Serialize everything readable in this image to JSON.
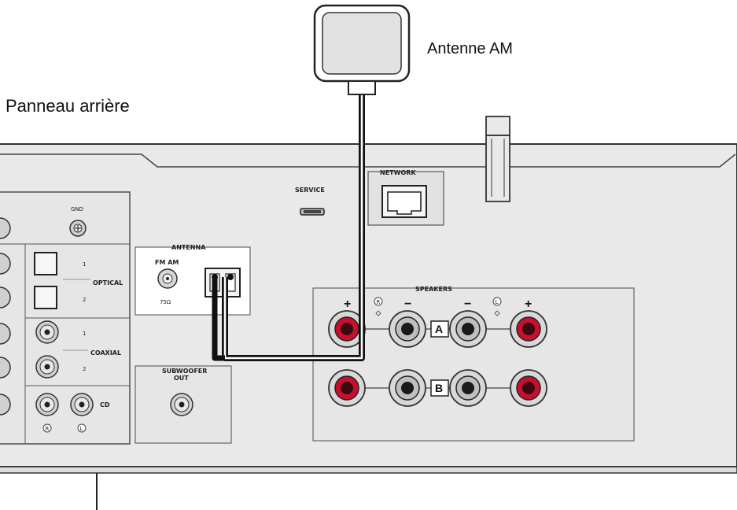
{
  "labels": {
    "am_antenna": "Antenne AM",
    "rear_panel": "Panneau arrière"
  },
  "panel": {
    "gnd": "GND",
    "optical": "OPTICAL",
    "optical_1": "1",
    "optical_2": "2",
    "coaxial": "COAXIAL",
    "coaxial_1": "1",
    "coaxial_2": "2",
    "cd": "CD",
    "cd_r": "R",
    "cd_l": "L",
    "antenna": "ANTENNA",
    "fm_am": "FM AM",
    "ohm": "75Ω",
    "service": "SERVICE",
    "network": "NETWORK",
    "speakers": "SPEAKERS",
    "plus": "+",
    "minus": "−",
    "zone_a": "A",
    "zone_b": "B",
    "r": "R",
    "l": "L",
    "sub_line1": "SUBWOOFER",
    "sub_line2": "OUT"
  },
  "colors": {
    "panel_fill": "#e9e9e9",
    "line": "#3a3a3a",
    "cable": "#111111",
    "speaker_red": "#c8102e"
  }
}
